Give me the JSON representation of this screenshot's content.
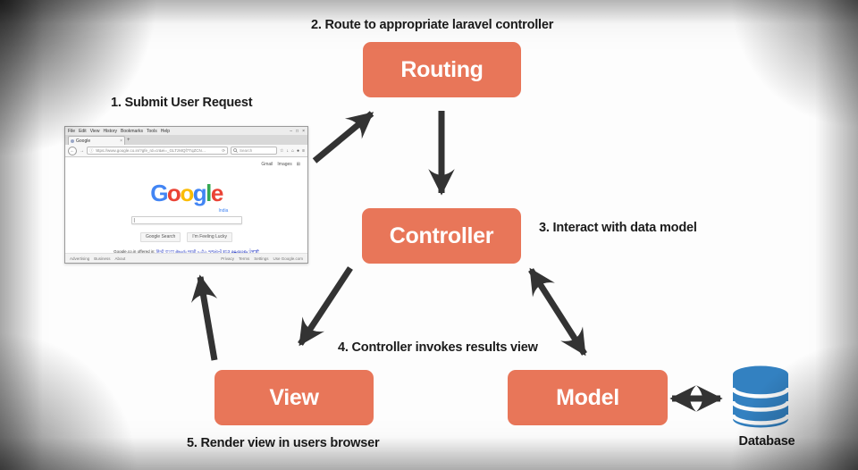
{
  "diagram": {
    "steps": {
      "step1": "1. Submit User Request",
      "step2": "2. Route to appropriate laravel controller",
      "step3": "3. Interact with data model",
      "step4": "4. Controller invokes results view",
      "step5": "5. Render view in users browser"
    },
    "boxes": {
      "routing": "Routing",
      "controller": "Controller",
      "view": "View",
      "model": "Model"
    },
    "database_label": "Database",
    "colors": {
      "box_fill": "#e87659",
      "box_text": "#ffffff",
      "arrow": "#333333",
      "database_blue": "#3381c1",
      "text_dark": "#1b1b1b"
    }
  },
  "browser": {
    "menu_items": [
      "File",
      "Edit",
      "View",
      "History",
      "Bookmarks",
      "Tools",
      "Help"
    ],
    "window_controls": {
      "minimize": "–",
      "maximize": "□",
      "close": "×"
    },
    "tab": {
      "title": "Google",
      "close": "×",
      "new_tab": "+"
    },
    "nav": {
      "back": "←",
      "forward": "→",
      "info": "ⓘ",
      "url": "https://www.google.co.in/?gfe_rd=cr&ei=_GLTzMQf7TqZCN…",
      "reload": "⟳",
      "search_placeholder": "Search",
      "icons": {
        "star": "☆",
        "download": "↓",
        "home": "⌂",
        "shield": "●",
        "menu": "≡"
      }
    },
    "header": {
      "links": [
        "Gmail",
        "Images"
      ],
      "apps_grid": "⊞"
    },
    "logo": {
      "letters": [
        {
          "ch": "G",
          "color": "#4285f4"
        },
        {
          "ch": "o",
          "color": "#ea4335"
        },
        {
          "ch": "o",
          "color": "#fbbc05"
        },
        {
          "ch": "g",
          "color": "#4285f4"
        },
        {
          "ch": "l",
          "color": "#34a853"
        },
        {
          "ch": "e",
          "color": "#ea4335"
        }
      ],
      "country": "India"
    },
    "search_cursor": "|",
    "buttons": [
      "Google Search",
      "I'm Feeling Lucky"
    ],
    "language_prefix": "Google.co.in offered in:",
    "languages": "हिन्दी বাংলা తెలుగు मराठी தமிழ் ગુજરાતી ಕನ್ನಡ മലയാളം ਪੰਜਾਬੀ",
    "footer_left": [
      "Advertising",
      "Business",
      "About"
    ],
    "footer_right": [
      "Privacy",
      "Terms",
      "Settings",
      "Use Google.com"
    ]
  }
}
